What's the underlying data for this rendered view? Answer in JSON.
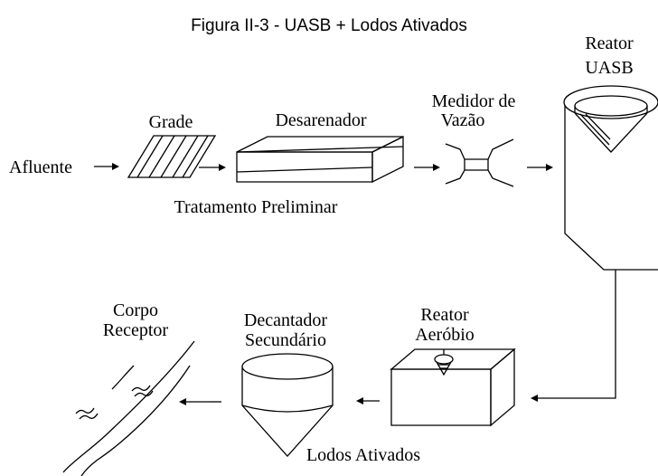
{
  "figure": {
    "title": "Figura II-3 - UASB + Lodos Ativados"
  },
  "labels": {
    "afluente": "Afluente",
    "grade": "Grade",
    "desarenador": "Desarenador",
    "medidor_line1": "Medidor de",
    "medidor_line2": "Vazão",
    "reator_uasb_line1": "Reator",
    "reator_uasb_line2": "UASB",
    "tratamento_preliminar": "Tratamento Preliminar",
    "corpo_line1": "Corpo",
    "corpo_line2": "Receptor",
    "decantador_line1": "Decantador",
    "decantador_line2": "Secundário",
    "reator_aerobio_line1": "Reator",
    "reator_aerobio_line2": "Aeróbio",
    "lodos_ativados": "Lodos Ativados"
  }
}
